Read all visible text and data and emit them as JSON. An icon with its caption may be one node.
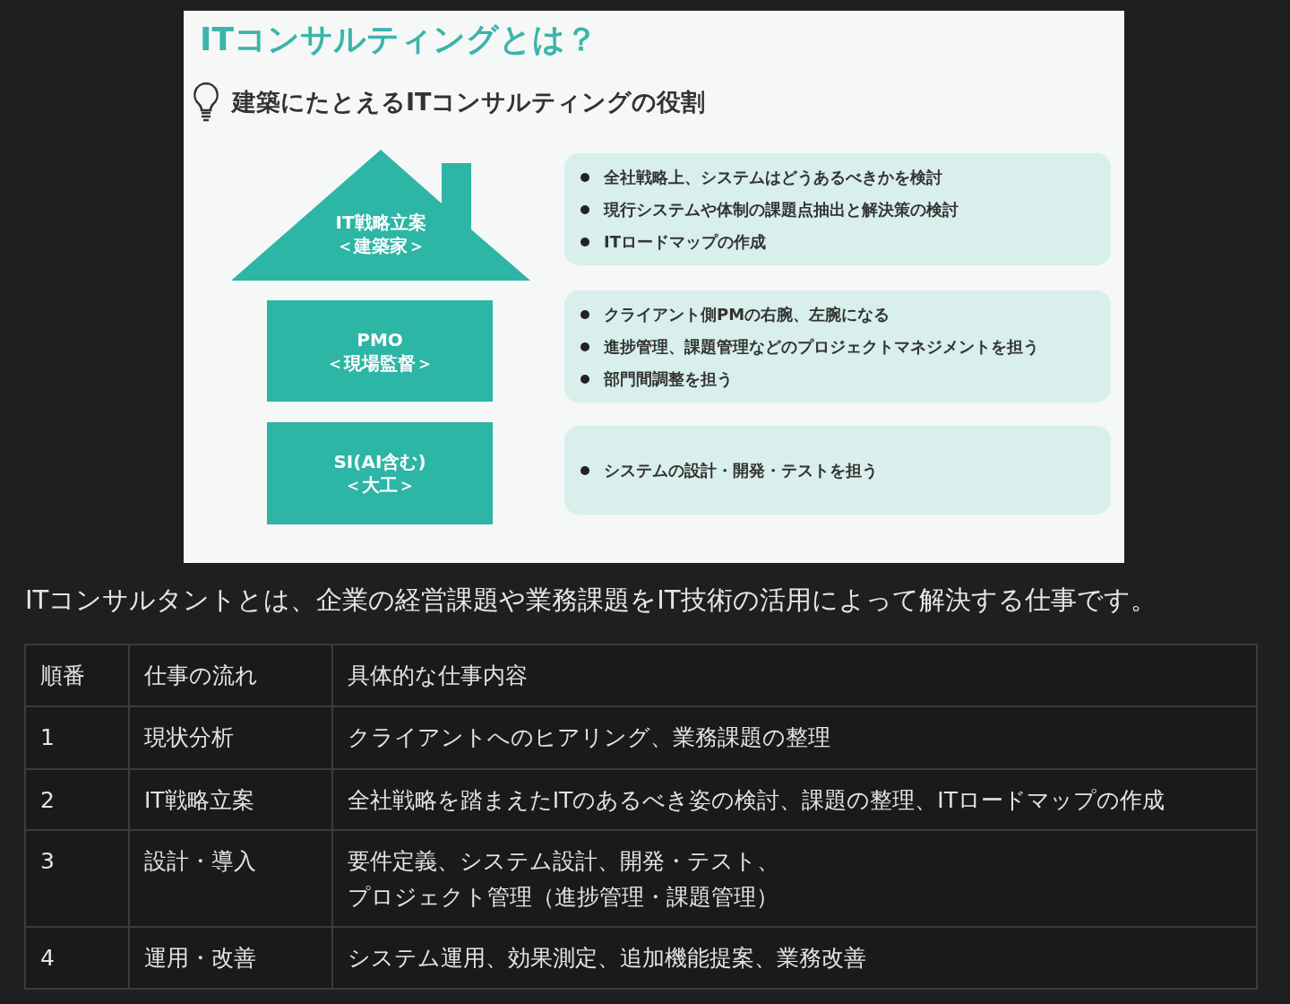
{
  "diagram": {
    "title": "ITコンサルティングとは？",
    "nodes": [
      {
        "text": [
          "IT戦略立案",
          "＜建築家＞"
        ]
      },
      {
        "text": [
          "PMO",
          "＜現場監督＞"
        ]
      },
      {
        "text": [
          "SI(AI含む)",
          "＜大工＞"
        ]
      },
      {
        "text": [
          "全社戦略上、システムはどうあるべきかを検討",
          "現行システムや体制の課題点抽出と解決策の検討",
          "ITロードマップの作成"
        ]
      },
      {
        "text": [
          "クライアント側PMの右腕、左腕になる",
          "進捗管理、課題管理などのプロジェクトマネジメントを担う",
          "部門間調整を担う"
        ]
      },
      {
        "text": [
          "システムの設計・開発・テストを担う"
        ]
      }
    ],
    "labels": [
      "建築にたとえるITコンサルティングの役割",
      "ITコンサルタントとは、企業の経営課題や業務課題をIT技術の活用によって解決する仕事です。",
      "順番",
      "仕事の流れ",
      "具体的な仕事内容",
      "1",
      "現状分析",
      "クライアントへのヒアリング、業務課題の整理",
      "2",
      "IT戦略立案",
      "全社戦略を踏まえたITのあるべき姿の検討、課題の整理、ITロードマップの作成",
      "3",
      "設計・導入",
      "要件定義、システム設計、開発・テスト、プロジェクト管理（進捗管理・課題管理）",
      "4",
      "運用・改善",
      "システム運用、効果測定、追加機能提案、業務改善"
    ]
  }
}
